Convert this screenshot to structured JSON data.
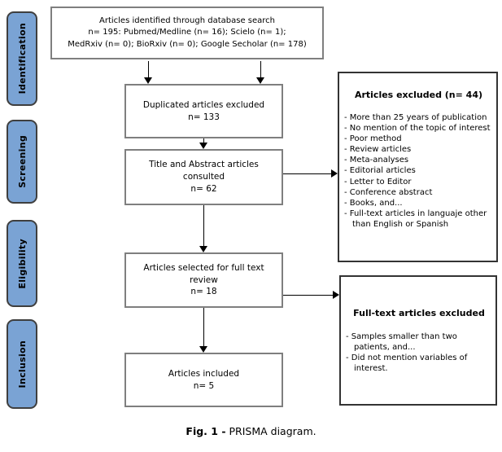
{
  "colors": {
    "stage_fill": "#7aa3d4",
    "stage_border": "#3f3f3f",
    "flow_box_border": "#7f7f7f",
    "excluded_box_border": "#333333",
    "arrow": "#000000"
  },
  "sidebar": {
    "stages": [
      "Identification",
      "Screening",
      "Eligibility",
      "Inclusion"
    ]
  },
  "flow": {
    "identified": {
      "line1": "Articles identified through database search",
      "line2": "n= 195: Pubmed/Medline (n= 16); Scielo (n= 1);",
      "line3": "MedRxiv (n= 0); BioRxiv (n= 0); Google Secholar (n= 178)"
    },
    "duplicated": {
      "line1": "Duplicated articles excluded",
      "line2": "n= 133"
    },
    "title_abstract": {
      "line1": "Title and Abstract articles",
      "line2": "consulted",
      "line3": "n= 62"
    },
    "full_text_review": {
      "line1": "Articles selected for full text",
      "line2": "review",
      "line3": "n= 18"
    },
    "included": {
      "line1": "Articles included",
      "line2": "n= 5"
    }
  },
  "excluded_abstract": {
    "title": "Articles excluded (n= 44)",
    "items": [
      "- More than 25 years of publication",
      "- No mention of the topic of interest",
      "- Poor method",
      "- Review articles",
      "- Meta-analyses",
      "- Editorial articles",
      "- Letter to Editor",
      "- Conference abstract",
      "- Books, and...",
      "- Full-text articles in languaje other than English or Spanish"
    ]
  },
  "excluded_fulltext": {
    "title": "Full-text articles excluded",
    "items": [
      "- Samples smaller than two patients, and...",
      "- Did not mention variables of interest."
    ]
  },
  "caption": {
    "bold": "Fig. 1 -",
    "rest": " PRISMA diagram."
  }
}
